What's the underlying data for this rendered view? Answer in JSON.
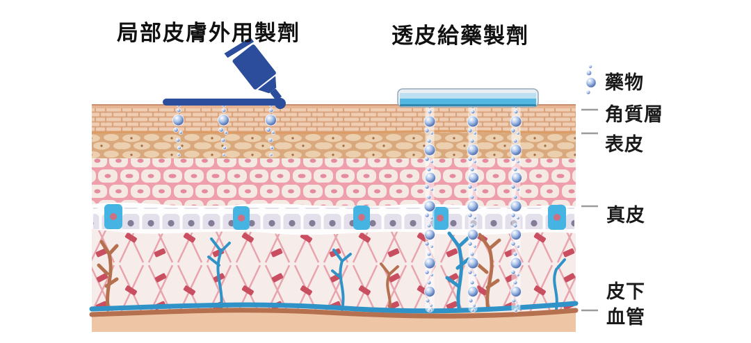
{
  "diagram": {
    "kind": "skin cross-section drug delivery comparison",
    "titles": {
      "topical": "局部皮膚外用製劑",
      "transdermal": "透皮給藥製劑"
    },
    "labels": {
      "drug": "藥物",
      "stratum_corneum": "角質層",
      "epidermis": "表皮",
      "dermis": "真皮",
      "subcutaneous": "皮下",
      "blood_vessels": "血管"
    },
    "colors": {
      "ointment_blue": "#2b4d9c",
      "patch_body": "#e8eef2",
      "patch_band_light": "#bcdff1",
      "patch_band_blue": "#53b7e2",
      "patch_edge": "#93a9b6",
      "droplet_blue": "#5b79b8",
      "stratum_corneum_tan": "#d9a47e",
      "epidermis_stone_tan": "#d9a87c",
      "spinous_pink": "#ee9fab",
      "basal_cell_lavender": "#e3dfeb",
      "melanocyte_blue": "#45b4e2",
      "dermis_bg": "#f6ecea",
      "fiber_pink": "#e8a3ad",
      "fiber_node_red": "#c94f60",
      "vessel_blue": "#2f93c8",
      "vessel_brown": "#b5714f",
      "subcutis_tan": "#eec6a6"
    }
  }
}
